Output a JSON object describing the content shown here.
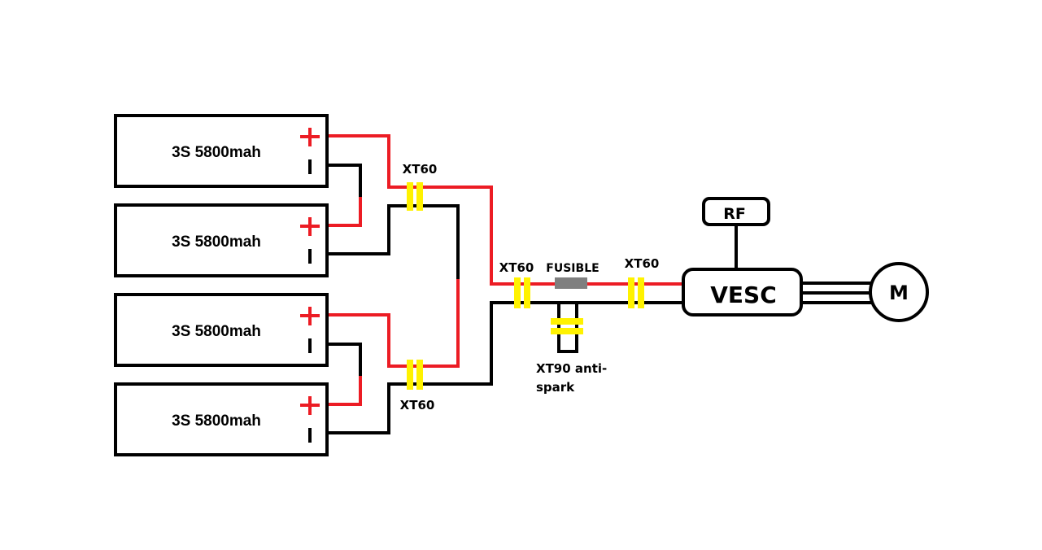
{
  "colors": {
    "positive": "#ec1c24",
    "negative": "#000000",
    "connector": "#fff200",
    "fuse": "#7f7f7f",
    "background": "#ffffff"
  },
  "batteries": [
    {
      "label": "3S 5800mah",
      "plus": "+",
      "minus": "-"
    },
    {
      "label": "3S 5800mah",
      "plus": "+",
      "minus": "-"
    },
    {
      "label": "3S 5800mah",
      "plus": "+",
      "minus": "-"
    },
    {
      "label": "3S 5800mah",
      "plus": "+",
      "minus": "-"
    }
  ],
  "connectors": {
    "xt60_top": "XT60",
    "xt60_bottom": "XT60",
    "xt60_main": "XT60",
    "xt60_vesc": "XT60",
    "fuse": "FUSIBLE",
    "xt90_line1": "XT90 anti-",
    "xt90_line2": "spark"
  },
  "components": {
    "vesc": "VESC",
    "rf": "RF",
    "motor": "M"
  }
}
